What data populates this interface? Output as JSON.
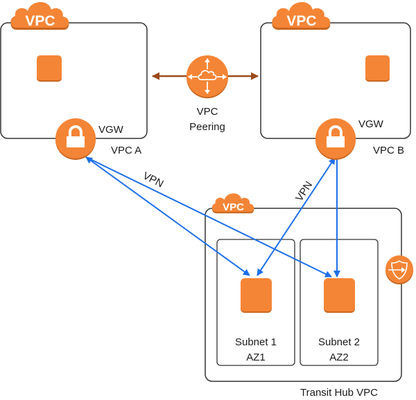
{
  "colors": {
    "orange": "#F58536",
    "orange_shadow": "#C9661F",
    "blue": "#1E6FE8",
    "brown": "#9B4A1B",
    "border": "#333333"
  },
  "badges": {
    "vpc_a": "VPC",
    "vpc_b": "VPC",
    "transit": "VPC"
  },
  "labels": {
    "vpc_a": "VPC A",
    "vpc_b": "VPC B",
    "vgw_a": "VGW",
    "vgw_b": "VGW",
    "peering_line1": "VPC",
    "peering_line2": "Peering",
    "vpn_left": "VPN",
    "vpn_right": "VPN",
    "transit_hub": "Transit Hub VPC",
    "subnet1_name": "Subnet 1",
    "subnet1_az": "AZ1",
    "subnet2_name": "Subnet 2",
    "subnet2_az": "AZ2"
  },
  "icons": {
    "vgw": "padlock-icon",
    "peering": "vpc-peering-cloud-icon",
    "instance": "instance-square-icon",
    "transit_gateway": "shield-arrow-icon"
  }
}
